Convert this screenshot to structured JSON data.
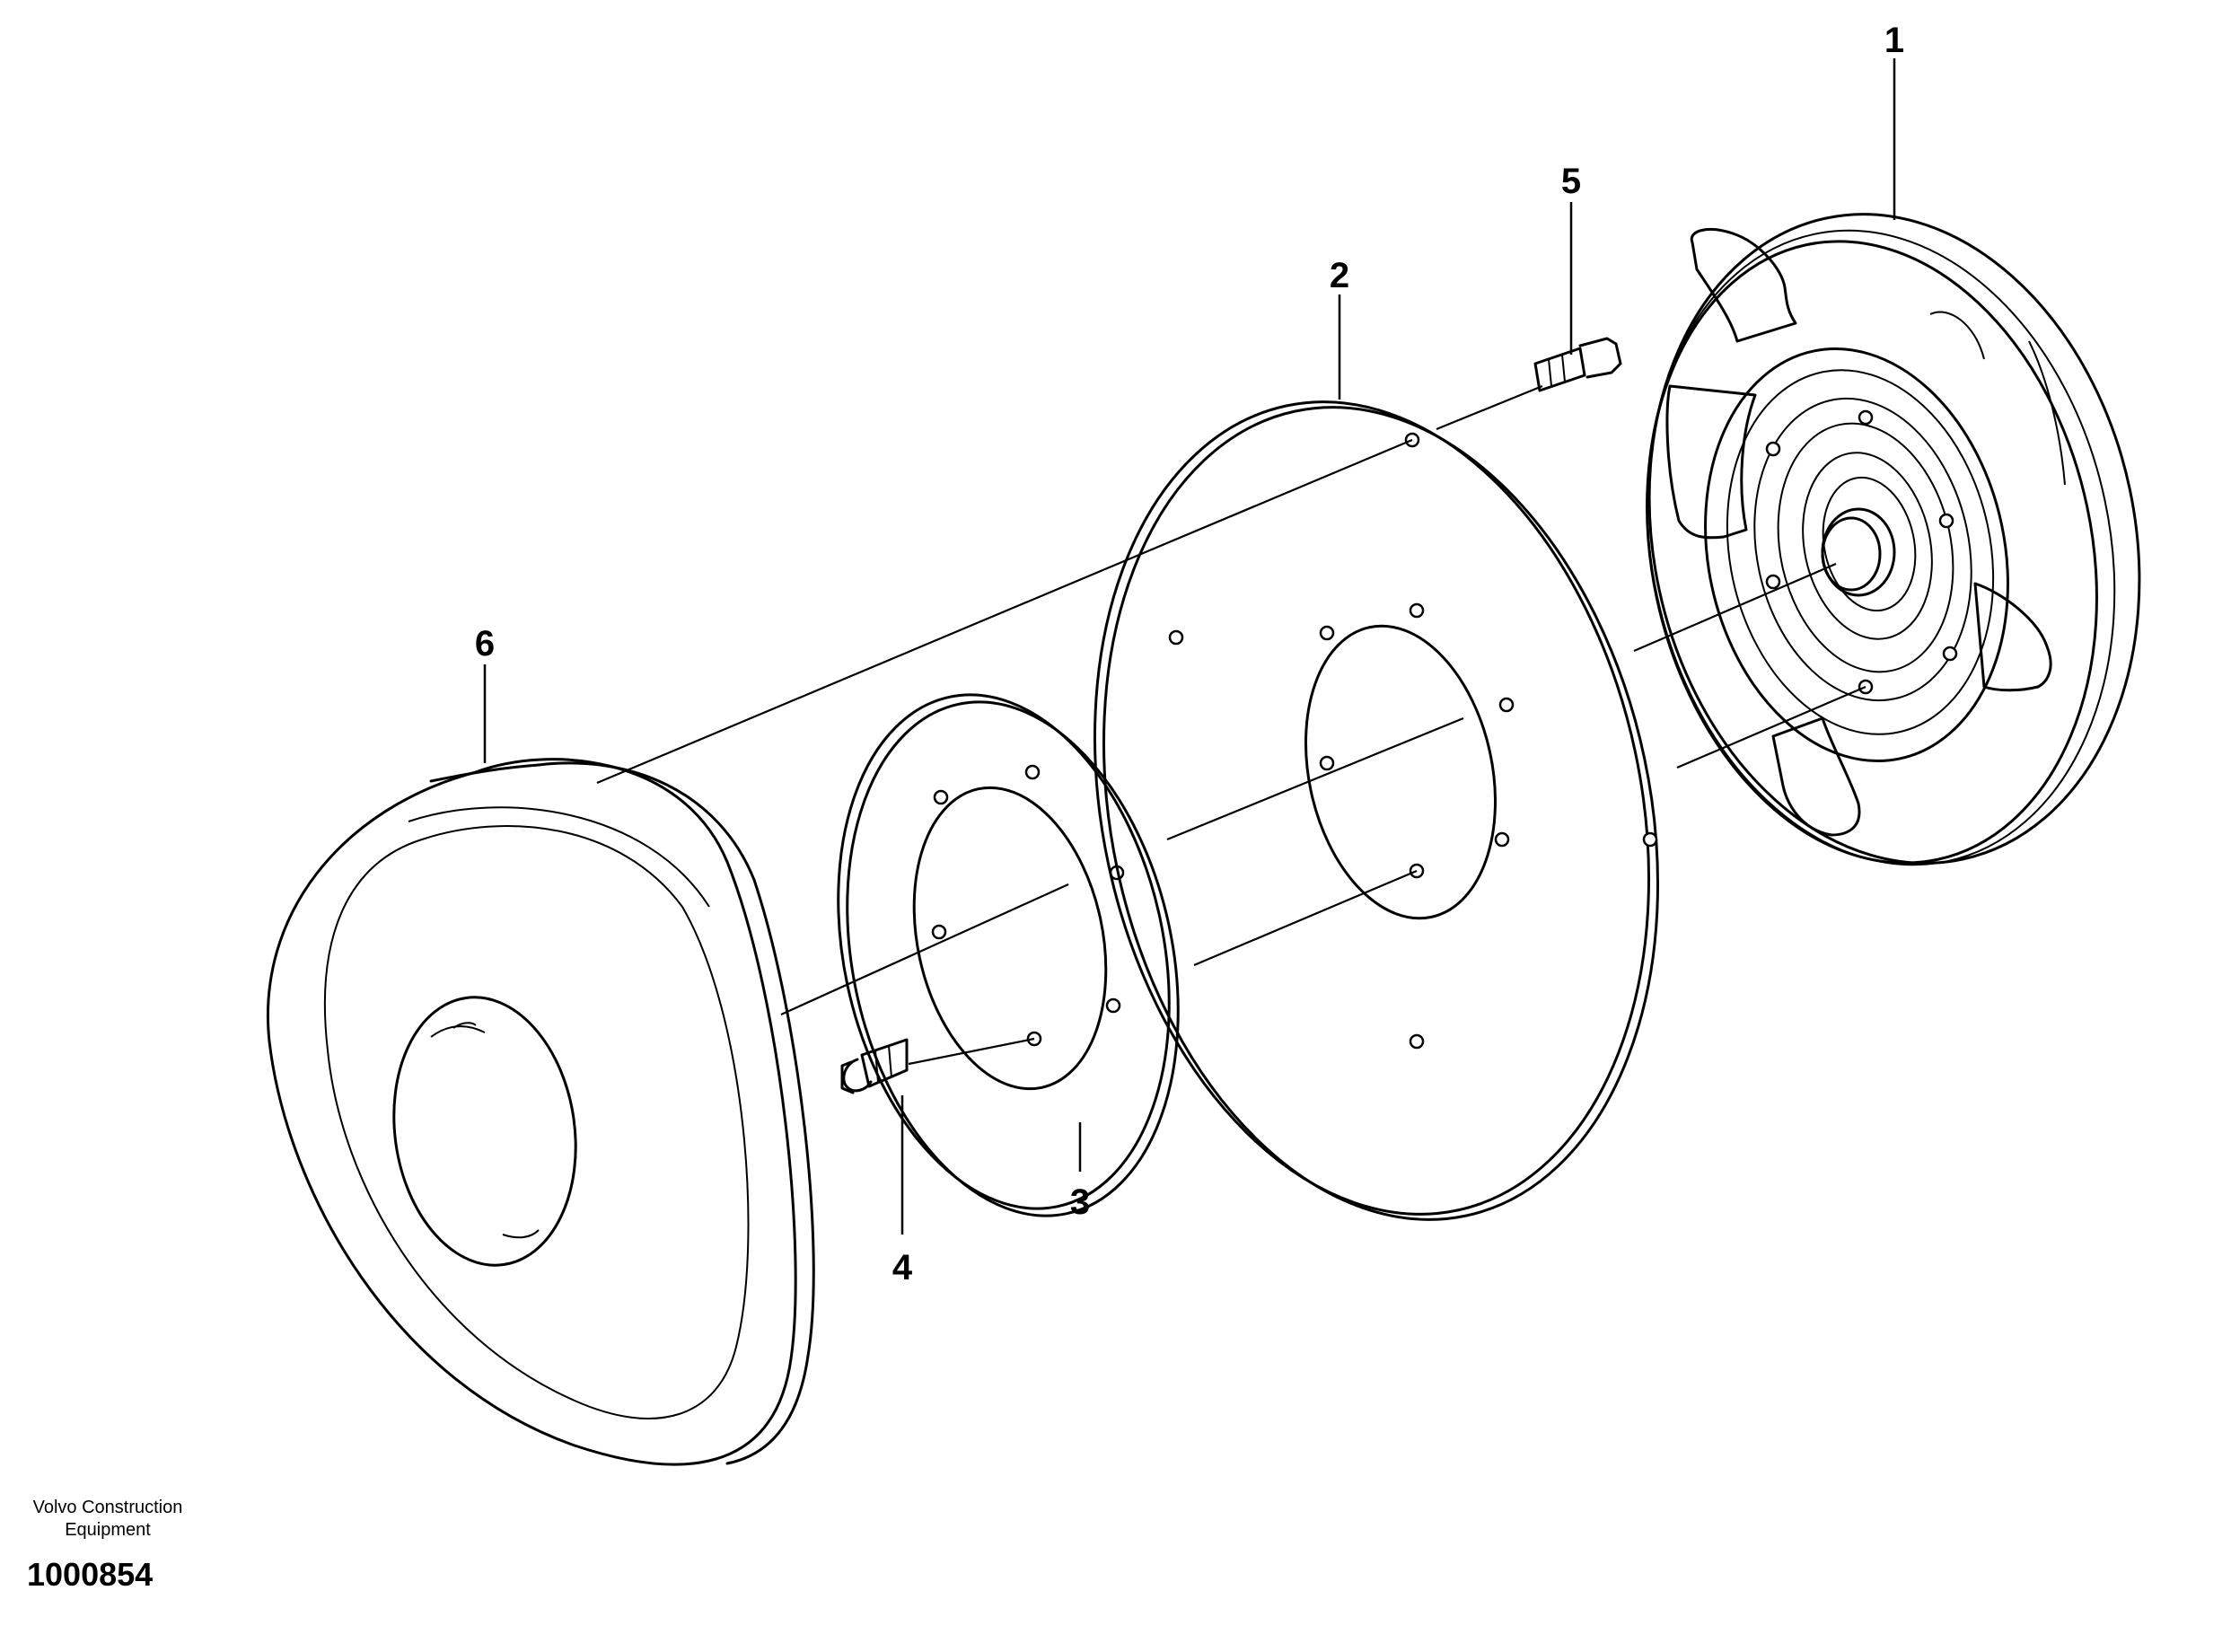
{
  "diagram": {
    "callouts": [
      {
        "id": "1",
        "label": "1"
      },
      {
        "id": "2",
        "label": "2"
      },
      {
        "id": "3",
        "label": "3"
      },
      {
        "id": "4",
        "label": "4"
      },
      {
        "id": "5",
        "label": "5"
      },
      {
        "id": "6",
        "label": "6"
      }
    ]
  },
  "footer": {
    "company_line1": "Volvo Construction",
    "company_line2": "Equipment",
    "drawing_number": "1000854"
  }
}
